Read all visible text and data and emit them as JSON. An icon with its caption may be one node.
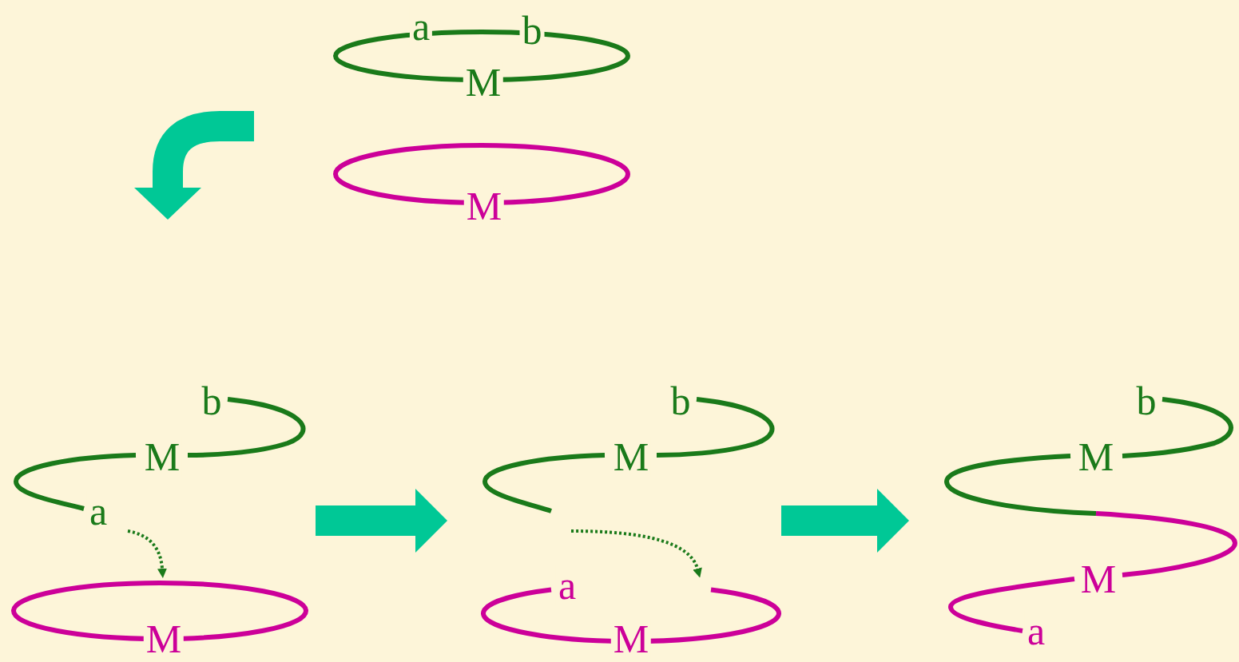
{
  "diagram": {
    "nodes": [
      {
        "text": [
          "a",
          "b",
          "M"
        ]
      },
      {
        "text": [
          "M"
        ]
      },
      {
        "text": [
          "b",
          "M",
          "a"
        ]
      },
      {
        "text": [
          "M"
        ]
      },
      {
        "text": [
          "b",
          "M"
        ]
      },
      {
        "text": [
          "a",
          "M"
        ]
      },
      {
        "text": [
          "b",
          "M",
          "M",
          "a"
        ]
      }
    ],
    "edges": [
      {
        "from": 2,
        "to": 3,
        "arrow": "to",
        "style": "dashed",
        "color": "#1a7a1a"
      },
      {
        "from": 2,
        "to": 4,
        "arrow": "to",
        "style": "thick",
        "color": "#00c896"
      },
      {
        "from": 4,
        "to": 5,
        "arrow": "to",
        "style": "dashed",
        "color": "#1a7a1a"
      },
      {
        "from": 4,
        "to": 6,
        "arrow": "to",
        "style": "thick",
        "color": "#00c896"
      }
    ]
  }
}
